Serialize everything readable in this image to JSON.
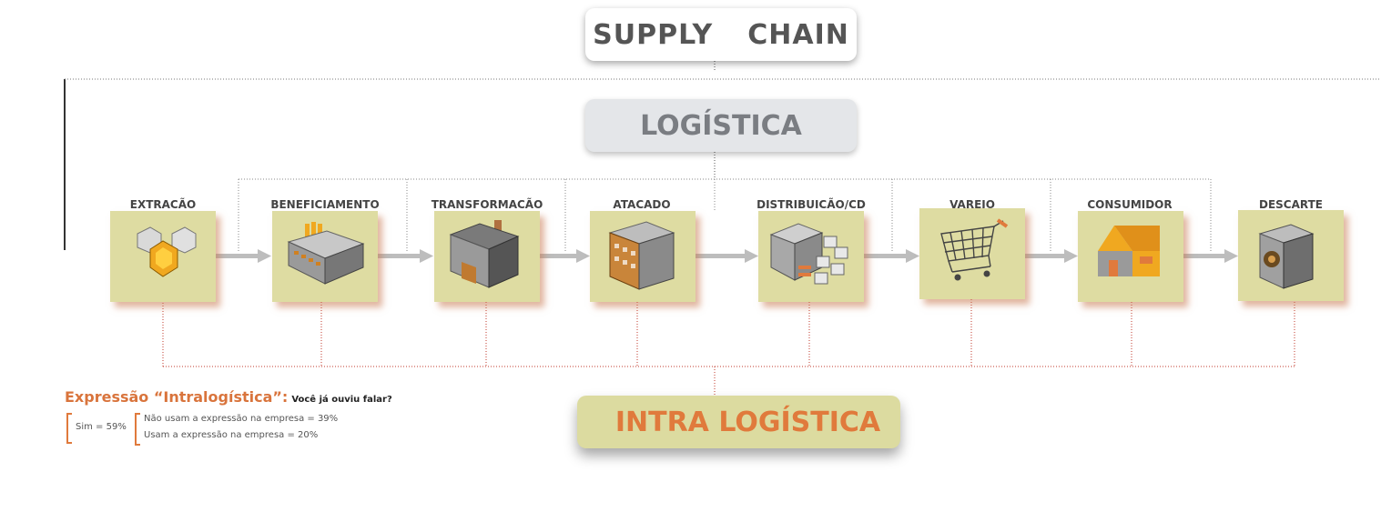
{
  "header": {
    "word1": "SUPPLY",
    "word2": "CHAIN"
  },
  "logistica": {
    "label": "LOGÍSTICA"
  },
  "intra": {
    "label": "INTRA LOGÍSTICA"
  },
  "stages": [
    {
      "label": "EXTRACÃO",
      "icon": "mineral-icon"
    },
    {
      "label": "BENEFICIAMENTO",
      "icon": "processing-plant-icon"
    },
    {
      "label": "TRANSFORMACÃO",
      "icon": "factory-icon"
    },
    {
      "label": "ATACADO",
      "icon": "warehouse-building-icon"
    },
    {
      "label": "DISTRIBUICÃO/CD",
      "icon": "distribution-boxes-icon"
    },
    {
      "label": "VAREJO",
      "icon": "shopping-cart-icon"
    },
    {
      "label": "CONSUMIDOR",
      "icon": "house-icon"
    },
    {
      "label": "DESCARTE",
      "icon": "recycle-bin-icon"
    }
  ],
  "survey": {
    "title": "Expressão “Intralogística”:",
    "question": "Você já ouviu falar?",
    "yes": "Sim = 59%",
    "detail1": "Não usam a expressão na empresa = 39%",
    "detail2": "Usam a expressão na empresa = 20%"
  },
  "colors": {
    "accent": "#e07a3c",
    "tile": "#dedca2",
    "arrow": "#bdbdbd",
    "dotted_red": "#c0392b"
  }
}
